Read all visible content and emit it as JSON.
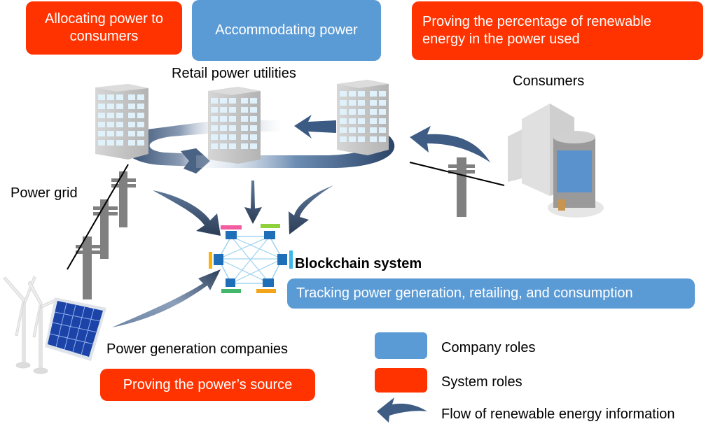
{
  "colors": {
    "system_role": "#ff3300",
    "company_role": "#5b9bd5",
    "arrow": "#3a5478",
    "building": "#c8c8c8",
    "window": "#dff2fb",
    "pole": "#808080"
  },
  "boxes": {
    "allocating": "Allocating power to consumers",
    "accommodating": "Accommodating power",
    "proving_percentage": "Proving the percentage of renewable energy in the power used",
    "tracking": "Tracking power generation, retailing, and consumption",
    "proving_source": "Proving the power’s source"
  },
  "labels": {
    "retail": "Retail power utilities",
    "consumers": "Consumers",
    "power_grid": "Power grid",
    "blockchain": "Blockchain system",
    "generation": "Power generation companies"
  },
  "legend": [
    {
      "swatch": "company-role",
      "label": "Company roles"
    },
    {
      "swatch": "system-role",
      "label": "System roles"
    },
    {
      "swatch": "flow-arrow",
      "label": "Flow of renewable energy information"
    }
  ]
}
